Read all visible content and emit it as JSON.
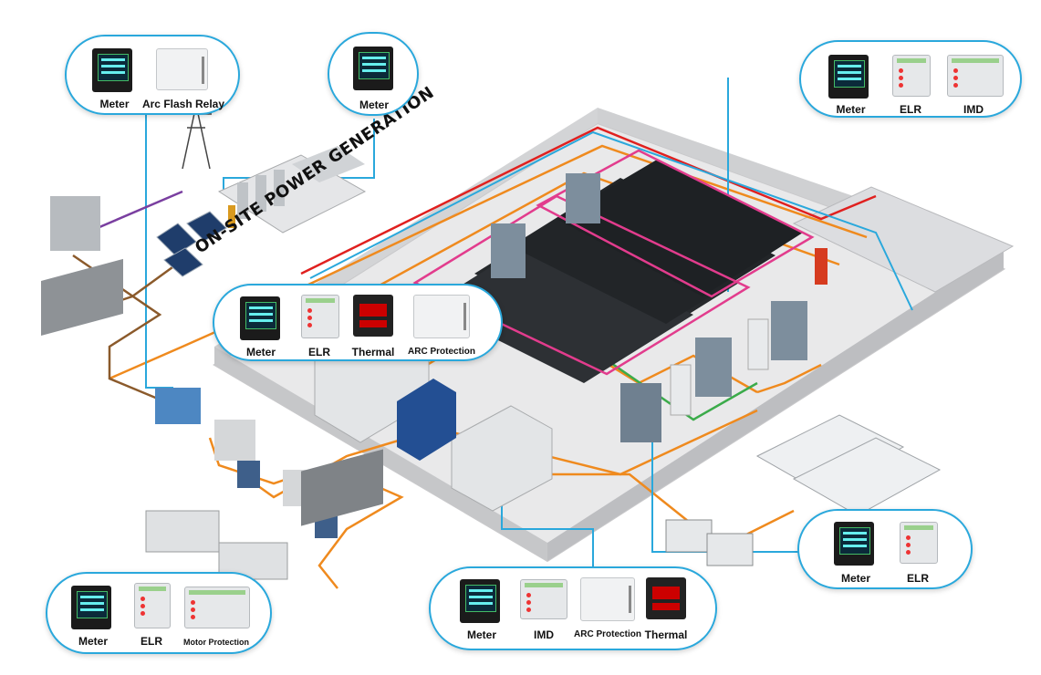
{
  "scene_title": "ON-SITE POWER GENERATION",
  "colors": {
    "callout_border": "#2aa8dc",
    "medium_voltage": "#ef8a1e",
    "control_line": "#2aa8dc",
    "generator_line": "#7a3fa0",
    "feeder_line": "#8b5a2b",
    "ups_line": "#3bab4a",
    "priority_line": "#e0201f",
    "rack_outline": "#e23c8d"
  },
  "callouts": [
    {
      "id": "grid-incoming",
      "items": [
        {
          "label": "Meter",
          "icon": "meter-icon"
        },
        {
          "label": "Arc Flash Relay",
          "icon": "relay-box-icon"
        }
      ]
    },
    {
      "id": "onsite-generation",
      "items": [
        {
          "label": "Meter",
          "icon": "meter-icon"
        }
      ]
    },
    {
      "id": "data-hall",
      "items": [
        {
          "label": "Meter",
          "icon": "meter-icon"
        },
        {
          "label": "ELR",
          "icon": "din-module-icon"
        },
        {
          "label": "IMD",
          "icon": "din-module-icon"
        }
      ]
    },
    {
      "id": "switchgear",
      "items": [
        {
          "label": "Meter",
          "icon": "meter-icon"
        },
        {
          "label": "ELR",
          "icon": "din-module-icon"
        },
        {
          "label": "Thermal",
          "icon": "thermal-relay-icon"
        },
        {
          "label": "ARC Protection",
          "icon": "relay-box-icon"
        }
      ]
    },
    {
      "id": "generators",
      "items": [
        {
          "label": "Meter",
          "icon": "meter-icon"
        },
        {
          "label": "ELR",
          "icon": "din-module-icon"
        },
        {
          "label": "Motor Protection",
          "icon": "motor-protection-icon"
        }
      ]
    },
    {
      "id": "distribution",
      "items": [
        {
          "label": "Meter",
          "icon": "meter-icon"
        },
        {
          "label": "IMD",
          "icon": "din-module-icon"
        },
        {
          "label": "ARC Protection",
          "icon": "relay-box-icon"
        },
        {
          "label": "Thermal",
          "icon": "thermal-relay-icon"
        }
      ]
    },
    {
      "id": "cooling",
      "items": [
        {
          "label": "Meter",
          "icon": "meter-icon"
        },
        {
          "label": "ELR",
          "icon": "din-module-icon"
        }
      ]
    }
  ]
}
